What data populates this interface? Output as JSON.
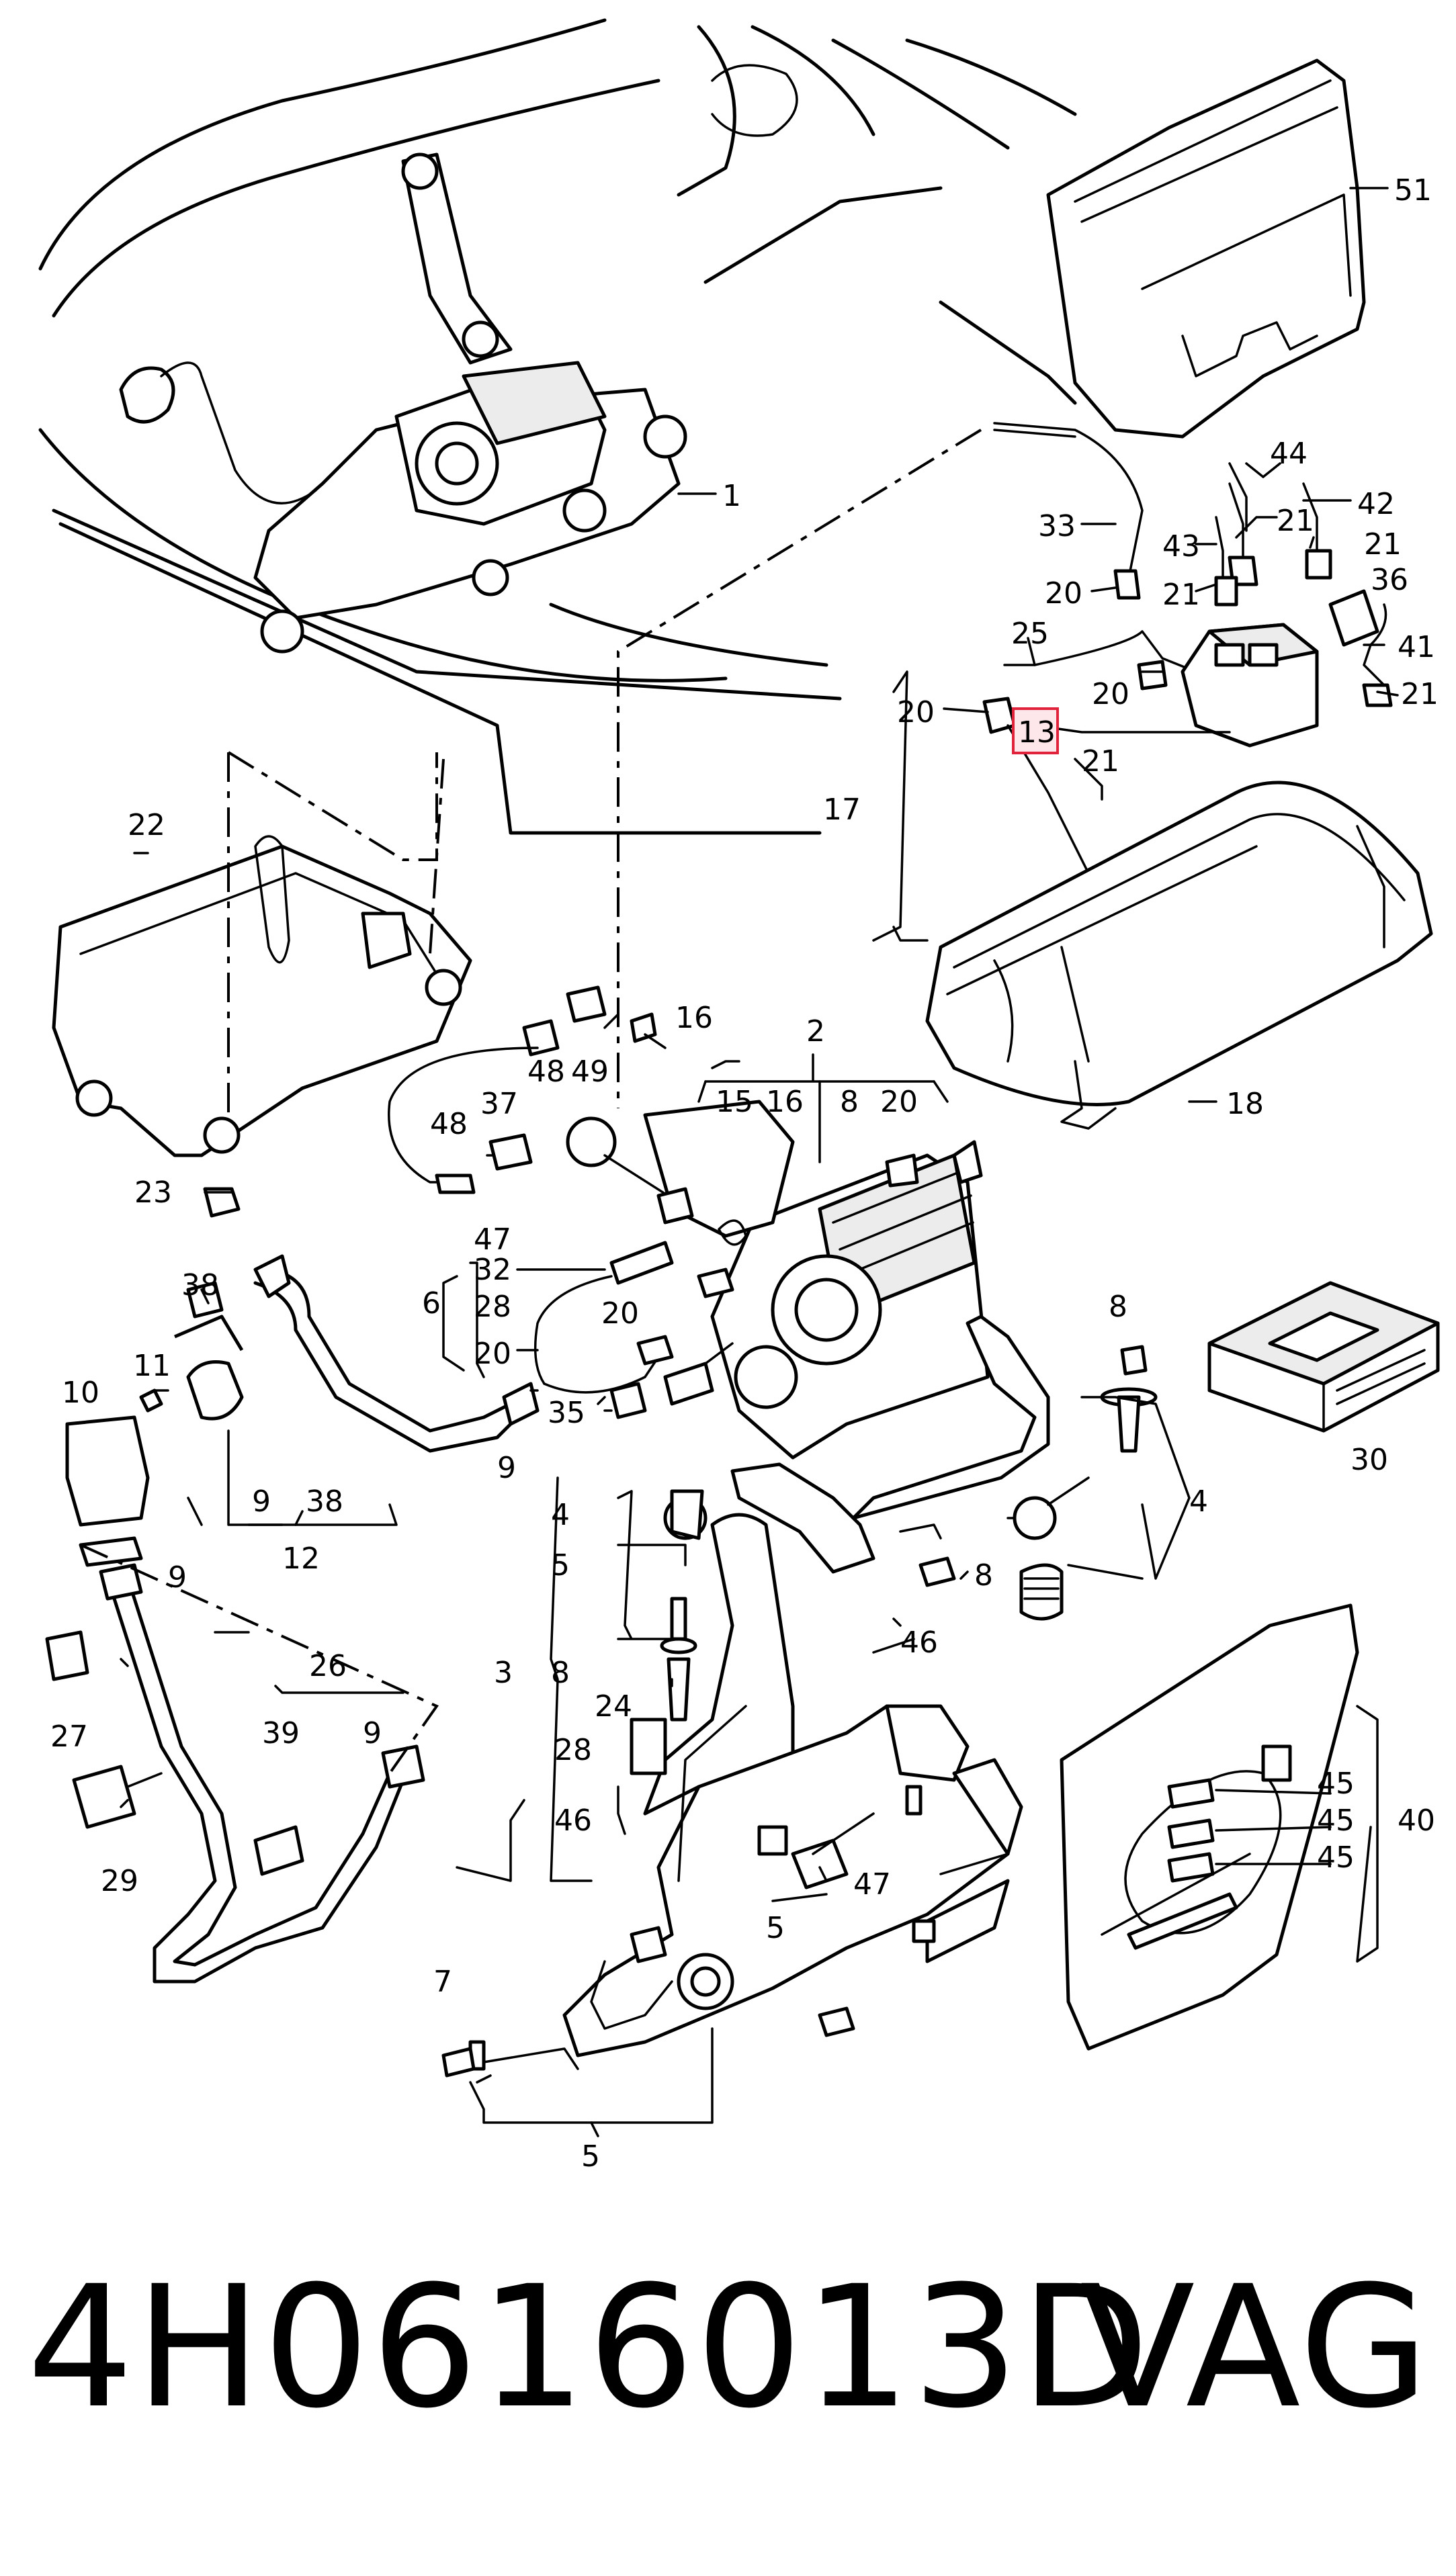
{
  "highlighted_callout": "13",
  "footer": {
    "part_number": "4H0616013D",
    "brand": "VAG"
  },
  "callouts": {
    "c51": "51",
    "c1": "1",
    "c44": "44",
    "c42": "42",
    "c21a": "21",
    "c21b": "21",
    "c33": "33",
    "c43": "43",
    "c21c": "21",
    "c20a": "20",
    "c36": "36",
    "c25": "25",
    "c41": "41",
    "c20b": "20",
    "c21d": "21",
    "c20c": "20",
    "c13": "13",
    "c21e": "21",
    "c22": "22",
    "c17": "17",
    "c2": "2",
    "c16a": "16",
    "c48a": "48",
    "c49": "49",
    "c15": "15",
    "c16b": "16",
    "c8a": "8",
    "c20d": "20",
    "c18": "18",
    "c37": "37",
    "c48b": "48",
    "c23": "23",
    "c47a": "47",
    "c32": "32",
    "c6": "6",
    "c28a": "28",
    "c20e": "20",
    "c20f": "20",
    "c38a": "38",
    "c8b": "8",
    "c11": "11",
    "c10": "10",
    "c35": "35",
    "c30": "30",
    "c9a": "9",
    "c38b": "38",
    "c9b": "9",
    "c4a": "4",
    "c4b": "4",
    "c12": "12",
    "c5a": "5",
    "c8c": "8",
    "c9c": "9",
    "c46a": "46",
    "c3": "3",
    "c8d": "8",
    "c26": "26",
    "c24": "24",
    "c27": "27",
    "c39": "39",
    "c9d": "9",
    "c28b": "28",
    "c45a": "45",
    "c45b": "45",
    "c45c": "45",
    "c40": "40",
    "c46b": "46",
    "c47b": "47",
    "c29": "29",
    "c5b": "5",
    "c7": "7",
    "c5c": "5"
  }
}
